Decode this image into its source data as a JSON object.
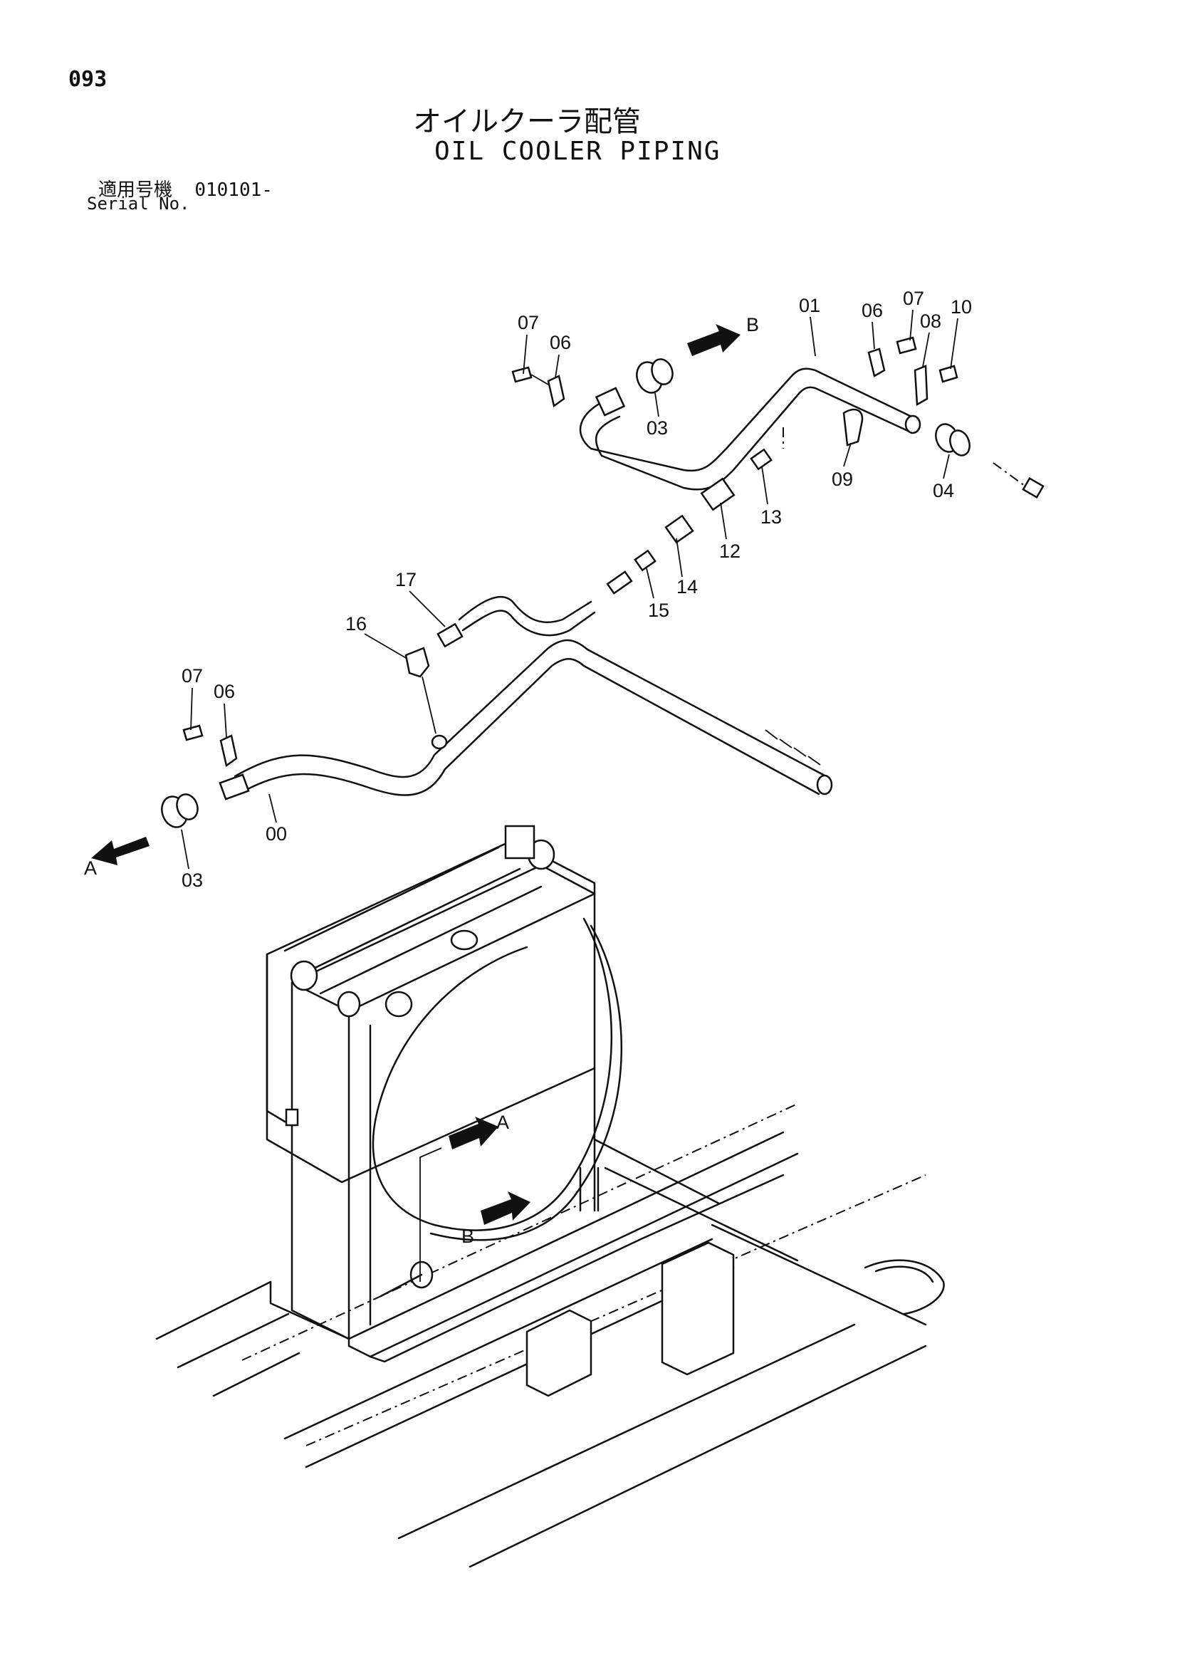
{
  "header": {
    "page_number": "093",
    "title_jp": "オイルクーラ配管",
    "title_en": "OIL COOLER PIPING",
    "serial_label_jp": "適用号機",
    "serial_value": "010101-",
    "serial_label_en": "Serial No."
  },
  "callouts": {
    "upper": [
      "07",
      "06",
      "03",
      "B",
      "01",
      "06",
      "07",
      "08",
      "10",
      "09",
      "04",
      "13",
      "12",
      "14",
      "15"
    ],
    "middle": [
      "17",
      "16",
      "07",
      "06",
      "00",
      "03",
      "A"
    ],
    "radiator_arrows": [
      "A",
      "B"
    ]
  }
}
